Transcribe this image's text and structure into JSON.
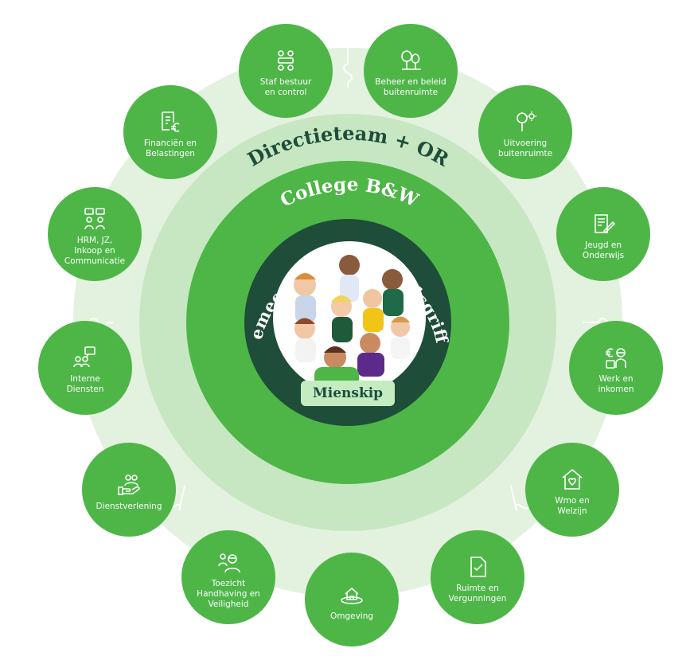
{
  "rings": {
    "outer_label": "Directieteam + OR",
    "middle_label": "College B&W",
    "inner_label": "Gemeenteraad + Raadsgriffe",
    "center_badge": "Mienskip"
  },
  "colors": {
    "puzzle_ring": "#e3f1df",
    "directie_ring": "#c7e7c2",
    "college_ring": "#4db647",
    "raad_ring": "#1e4d3a",
    "unit_fill": "#4db647",
    "label_dark": "#1e4d3a",
    "badge_bg": "#c4ecc0"
  },
  "units": [
    {
      "label": "Staf bestuur\nen control",
      "icon": "meeting-table-icon"
    },
    {
      "label": "Beheer en beleid\nbuitenruimte",
      "icon": "trees-icon"
    },
    {
      "label": "Uitvoering\nbuitenruimte",
      "icon": "tree-sun-icon"
    },
    {
      "label": "Jeugd en\nOnderwijs",
      "icon": "certificate-pen-icon"
    },
    {
      "label": "Werk en\ninkomen",
      "icon": "euro-person-icon"
    },
    {
      "label": "Wmo en\nWelzijn",
      "icon": "house-heart-icon"
    },
    {
      "label": "Ruimte en\nVergunningen",
      "icon": "document-check-icon"
    },
    {
      "label": "Omgeving",
      "icon": "house-globe-icon"
    },
    {
      "label": "Toezicht\nHandhaving en\nVeiligheid",
      "icon": "inspector-icon"
    },
    {
      "label": "Dienstverlening",
      "icon": "hand-people-icon"
    },
    {
      "label": "Interne\nDiensten",
      "icon": "team-screen-icon"
    },
    {
      "label": "HRM, JZ,\nInkoop en\nCommunicatie",
      "icon": "chat-people-icon"
    },
    {
      "label": "Financiën en\nBelastingen",
      "icon": "invoice-euro-icon"
    }
  ]
}
